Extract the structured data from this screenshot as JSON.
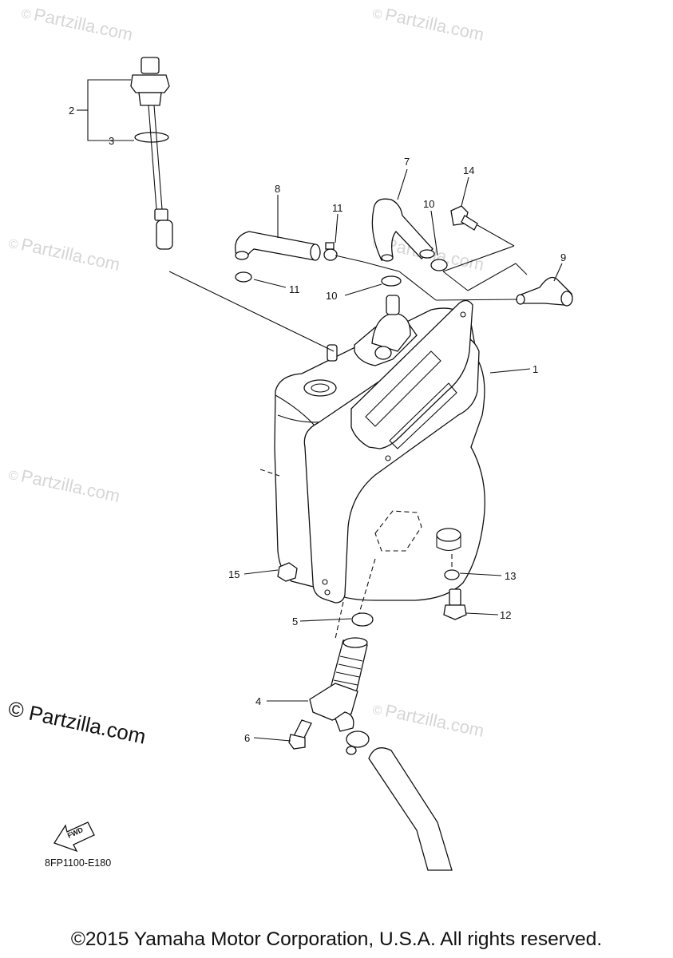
{
  "watermark": {
    "text": "Partzilla.com",
    "symbol": "©"
  },
  "callouts": {
    "c1": "1",
    "c2": "2",
    "c3": "3",
    "c4": "4",
    "c5": "5",
    "c6": "6",
    "c7": "7",
    "c8": "8",
    "c9": "9",
    "c10a": "10",
    "c10b": "10",
    "c11a": "11",
    "c11b": "11",
    "c12": "12",
    "c13": "13",
    "c14": "14",
    "c15": "15"
  },
  "brand_watermark": "© Partzilla.com",
  "fwd_label": "FWD",
  "diagram_code": "8FP1100-E180",
  "copyright": "©2015 Yamaha Motor Corporation, U.S.A. All rights reserved.",
  "colors": {
    "line": "#111111",
    "watermark": "#d6d6d6",
    "background": "#ffffff"
  }
}
